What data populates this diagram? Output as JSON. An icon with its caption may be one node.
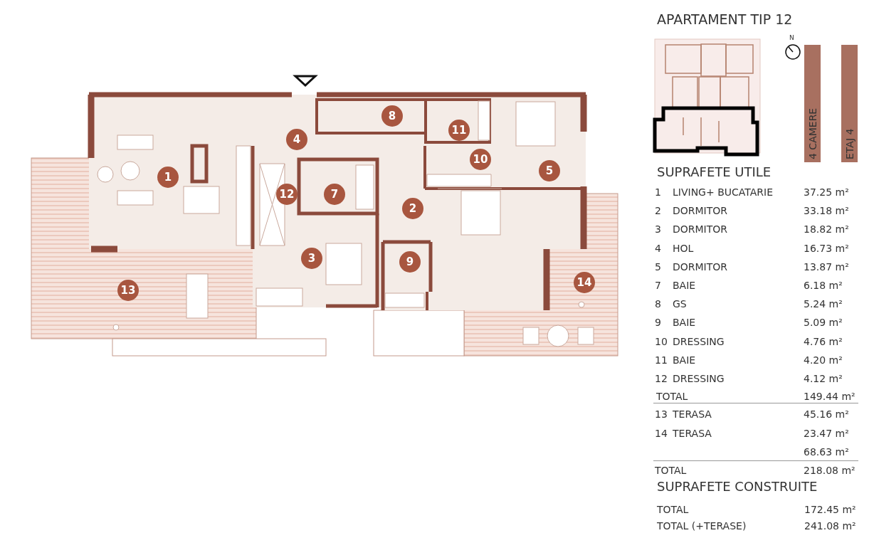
{
  "diagram": {
    "title": "APARTAMENT TIP 12",
    "nodes": [
      {
        "text": [
          "8"
        ]
      },
      {
        "text": [
          "11"
        ]
      },
      {
        "text": [
          "4"
        ]
      },
      {
        "text": [
          "10"
        ]
      },
      {
        "text": [
          "1"
        ]
      },
      {
        "text": [
          "5"
        ]
      },
      {
        "text": [
          "12"
        ]
      },
      {
        "text": [
          "7"
        ]
      },
      {
        "text": [
          "2"
        ]
      },
      {
        "text": [
          "3"
        ]
      },
      {
        "text": [
          "9"
        ]
      },
      {
        "text": [
          "14"
        ]
      },
      {
        "text": [
          "13"
        ]
      }
    ],
    "labels": [
      "N",
      "4 CAMERE",
      "ETAJ 4",
      "SUPRAFETE UTILE",
      "1",
      "LIVING+ BUCATARIE",
      "37.25 m²",
      "2",
      "DORMITOR",
      "33.18 m²",
      "3",
      "DORMITOR",
      "18.82 m²",
      "4",
      "HOL",
      "16.73 m²",
      "5",
      "DORMITOR",
      "13.87 m²",
      "7",
      "BAIE",
      "6.18 m²",
      "8",
      "GS",
      "5.24 m²",
      "9",
      "BAIE",
      "5.09 m²",
      "10",
      "DRESSING",
      "4.76 m²",
      "11",
      "BAIE",
      "4.20 m²",
      "12",
      "DRESSING",
      "4.12 m²",
      "TOTAL",
      "149.44 m²",
      "13",
      "TERASA",
      "45.16 m²",
      "14",
      "TERASA",
      "23.47 m²",
      "68.63 m²",
      "TOTAL",
      "218.08 m²",
      "SUPRAFETE CONSTRUITE",
      "TOTAL",
      "172.45 m²",
      "TOTAL (+TERASE)",
      "241.08 m²"
    ]
  }
}
